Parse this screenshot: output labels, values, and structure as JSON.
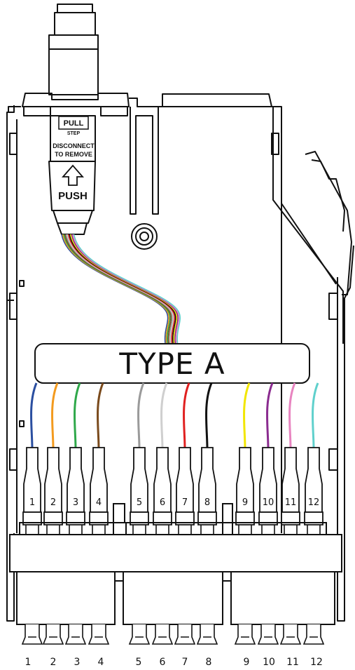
{
  "connector": {
    "pull_label": "PULL",
    "step_label": "STEP",
    "disconnect_label": "DISCONNECT",
    "remove_label": "TO REMOVE",
    "push_label": "PUSH"
  },
  "banner": {
    "label": "TYPE A"
  },
  "fibers": [
    {
      "n": "1",
      "color": "#2a4ea0"
    },
    {
      "n": "2",
      "color": "#f39a1e"
    },
    {
      "n": "3",
      "color": "#2fa84a"
    },
    {
      "n": "4",
      "color": "#7a4a1c"
    },
    {
      "n": "5",
      "color": "#9a9a9a"
    },
    {
      "n": "6",
      "color": "#cfcfcf"
    },
    {
      "n": "7",
      "color": "#e02020"
    },
    {
      "n": "8",
      "color": "#111111"
    },
    {
      "n": "9",
      "color": "#f2e600"
    },
    {
      "n": "10",
      "color": "#8a2b8f"
    },
    {
      "n": "11",
      "color": "#e884c0"
    },
    {
      "n": "12",
      "color": "#5fd0cc"
    }
  ],
  "bottom_numbers": [
    "1",
    "2",
    "3",
    "4",
    "5",
    "6",
    "7",
    "8",
    "9",
    "10",
    "11",
    "12"
  ]
}
